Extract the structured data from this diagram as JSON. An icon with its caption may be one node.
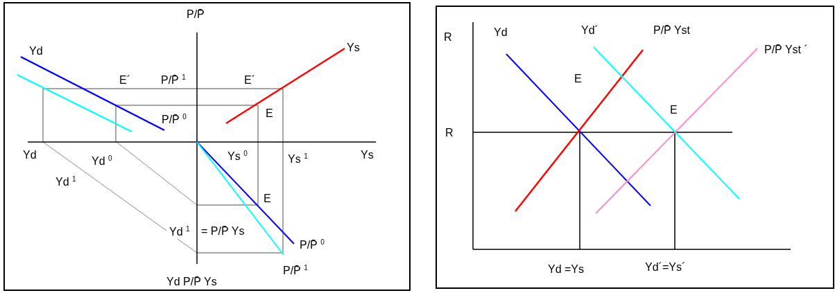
{
  "diagram": {
    "labels": [
      "P/P̄",
      "Yd",
      "Ys",
      "E´",
      "P/P̄ $^{1}$",
      "E´",
      "P/P̄ $^{0}$",
      "E",
      "Yd",
      "Yd $^{0}$",
      "Ys $^{0}$",
      "Ys $^{1}$",
      "Ys",
      "Yd $^{1}$",
      "E",
      "Yd $^{1}$",
      "= P/P̄ Ys",
      "P/P̄ $^{0}$",
      "P/P̄ $^{1}$",
      "Yd P/P̄ Ys",
      "R",
      "Yd",
      "Yd´",
      "P/P̄ Yst",
      "P/P̄ Yst ´",
      "E",
      "E",
      "R",
      "Yd =Ys",
      "Yd´=Ys´"
    ]
  }
}
